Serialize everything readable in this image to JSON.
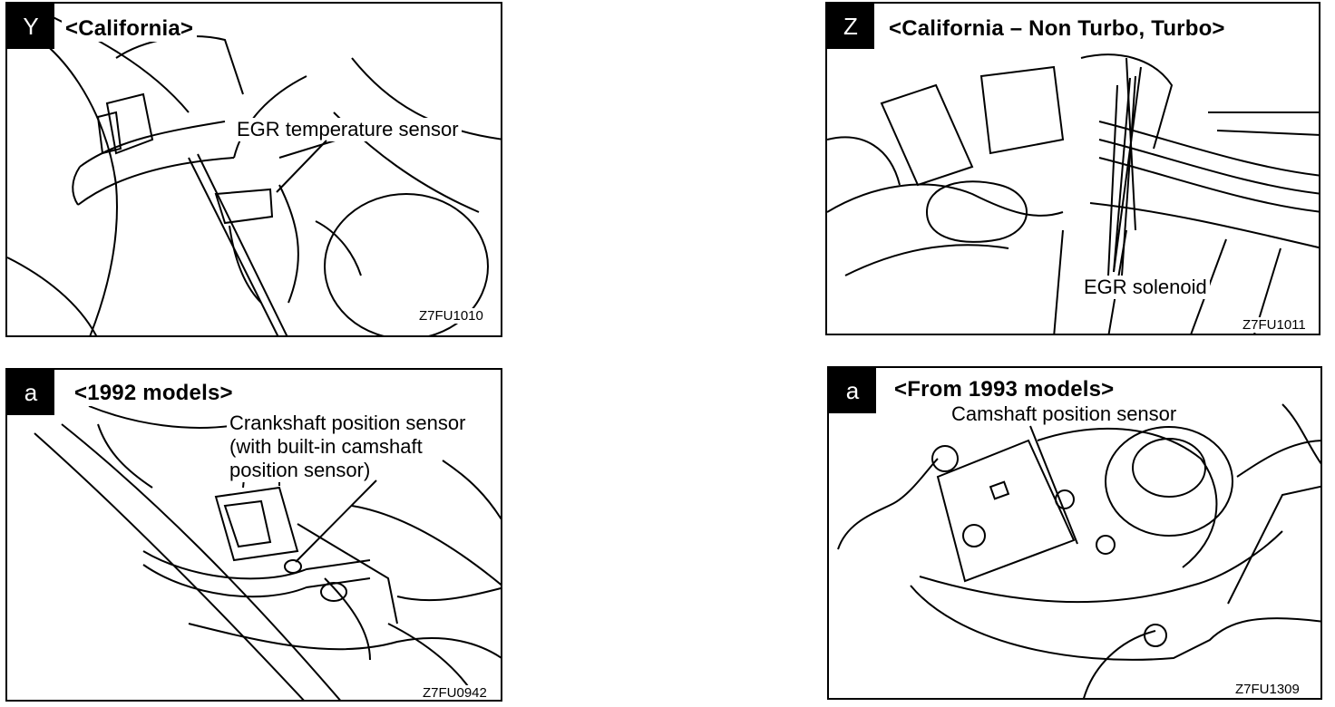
{
  "panels": [
    {
      "badge": "Y",
      "title": "<California>",
      "labels": [
        "EGR temperature sensor"
      ],
      "code": "Z7FU1010"
    },
    {
      "badge": "Z",
      "title": "<California – Non Turbo, Turbo>",
      "labels": [
        "EGR solenoid"
      ],
      "code": "Z7FU1011"
    },
    {
      "badge": "a",
      "title": "<1992  models>",
      "labels": [
        "Crankshaft position sensor",
        "(with built-in camshaft",
        "position sensor)"
      ],
      "code": "Z7FU0942"
    },
    {
      "badge": "a",
      "title": "<From  1993  models>",
      "labels": [
        "Camshaft position sensor"
      ],
      "code": "Z7FU1309"
    }
  ]
}
